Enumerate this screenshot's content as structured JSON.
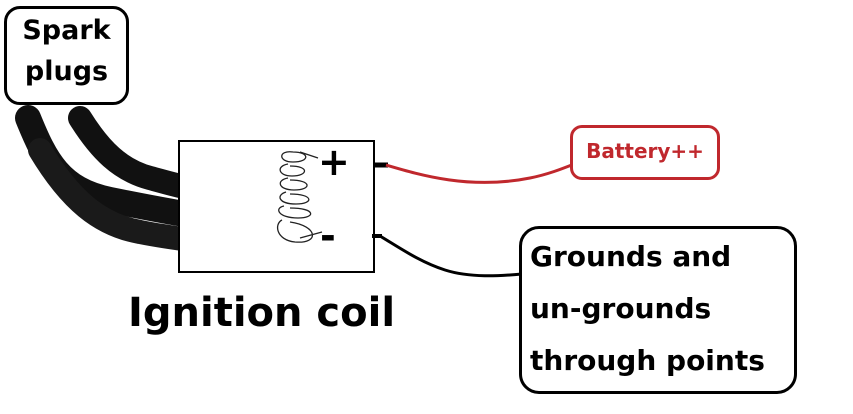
{
  "labels": {
    "spark_plugs_line1": "Spark",
    "spark_plugs_line2": "plugs",
    "battery": "Battery++",
    "ground_line1": "Grounds and",
    "ground_line2": "un-grounds",
    "ground_line3": "through points",
    "coil": "Ignition coil",
    "plus": "+",
    "minus": "-"
  },
  "colors": {
    "battery_wire": "#c0282d",
    "outline": "#000000"
  }
}
